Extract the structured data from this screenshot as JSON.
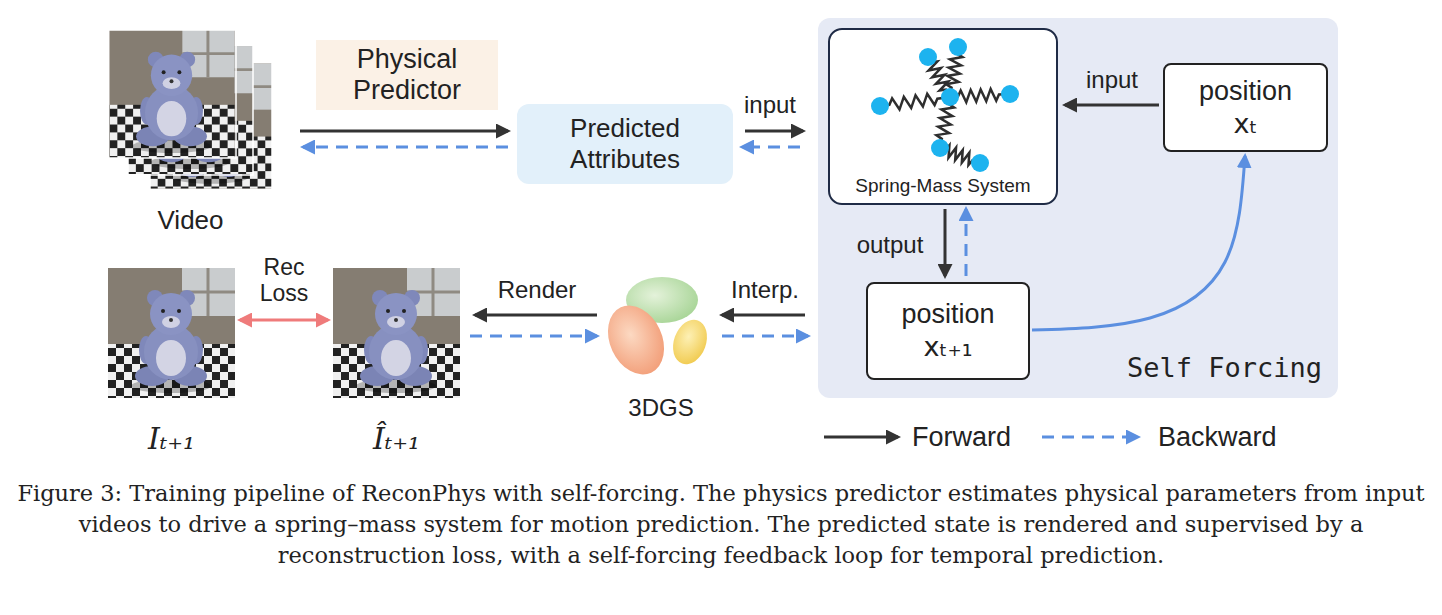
{
  "diagram": {
    "caption": "Figure 3: Training pipeline of ReconPhys with self-forcing. The physics predictor estimates physical parameters from input videos to drive a spring–mass system for motion prediction. The predicted state is rendered and supervised by a reconstruction loss, with a self-forcing feedback loop for temporal prediction.",
    "nodes": [
      {
        "text": [
          "Video"
        ]
      },
      {
        "text": [
          "Predicted Attributes"
        ]
      },
      {
        "text": [
          "Self Forcing"
        ]
      },
      {
        "text": [
          "Spring-Mass System"
        ],
        "in": 2
      },
      {
        "text": [
          "position",
          "xₜ"
        ],
        "in": 2
      },
      {
        "text": [
          "position",
          "xₜ₊₁"
        ],
        "in": 2
      },
      {
        "text": [
          "3DGS"
        ]
      },
      {
        "text": [
          "Îₜ₊₁"
        ]
      },
      {
        "text": [
          "Iₜ₊₁"
        ]
      }
    ],
    "edges": [
      {
        "from": 0,
        "to": 1,
        "arrow": "to",
        "label": "Physical Predictor"
      },
      {
        "from": 1,
        "to": 0,
        "arrow": "to"
      },
      {
        "from": 1,
        "to": 3,
        "arrow": "to",
        "label": "input"
      },
      {
        "from": 3,
        "to": 1,
        "arrow": "to"
      },
      {
        "from": 4,
        "to": 3,
        "arrow": "to",
        "label": "input"
      },
      {
        "from": 3,
        "to": 5,
        "arrow": "to",
        "label": "output"
      },
      {
        "from": 5,
        "to": 3,
        "arrow": "to"
      },
      {
        "from": 5,
        "to": 4,
        "arrow": "to"
      },
      {
        "from": 5,
        "to": 6,
        "arrow": "to",
        "label": "Interp."
      },
      {
        "from": 6,
        "to": 5,
        "arrow": "to"
      },
      {
        "from": 6,
        "to": 7,
        "arrow": "to",
        "label": "Render"
      },
      {
        "from": 7,
        "to": 6,
        "arrow": "to"
      },
      {
        "from": 7,
        "to": 8,
        "arrow": "both",
        "label": "Rec Loss"
      }
    ],
    "legend": [
      {
        "text": "Forward"
      },
      {
        "text": "Backward"
      }
    ]
  }
}
